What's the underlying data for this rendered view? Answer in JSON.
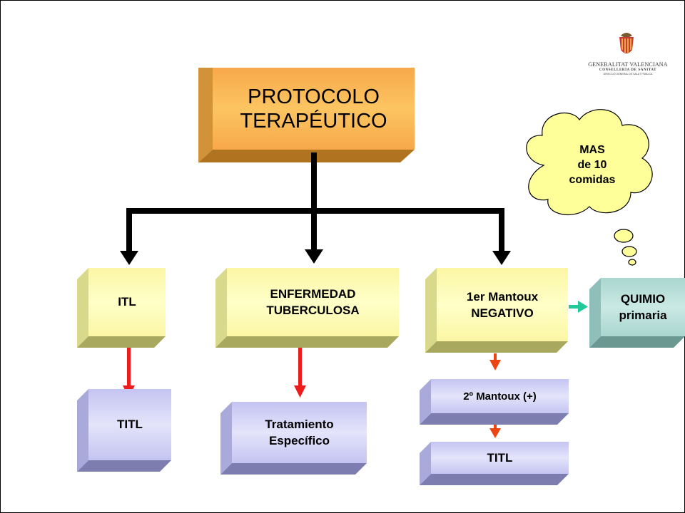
{
  "title_box": {
    "line1": "PROTOCOLO",
    "line2": "TERAPÉUTICO"
  },
  "thought_bubble": {
    "line1": "MAS",
    "line2": "de 10",
    "line3": "comidas"
  },
  "logo": {
    "name": "GENERALITAT VALENCIANA",
    "dept": "CONSELLERIA DE SANITAT",
    "subdept": "DIRECCIÓ GENERAL DE SALUT PÚBLICA"
  },
  "nodes": {
    "itl": "ITL",
    "enfermedad": "ENFERMEDAD\nTUBERCULOSA",
    "mantoux1": "1er Mantoux\nNEGATIVO",
    "quimio": "QUIMIO\nprimaria",
    "titl_left": "TITL",
    "tratamiento": "Tratamiento\nEspecífico",
    "mantoux2": "2º Mantoux (+)",
    "titl_right": "TITL"
  },
  "colors": {
    "title_face": "#fbb954",
    "title_side": "#c98a2c",
    "yellow_face": "#fdfdb4",
    "yellow_side": "#c9c97a",
    "lavender_face": "#ccccf6",
    "lavender_side": "#8f8fc0",
    "teal_face": "#b4dcd6",
    "teal_side": "#6f9f98",
    "cloud_fill": "#ffff99",
    "arrow_black": "#000000",
    "arrow_red": "#ee1c1c",
    "arrow_orange": "#ee4411",
    "arrow_green": "#22c99a"
  }
}
